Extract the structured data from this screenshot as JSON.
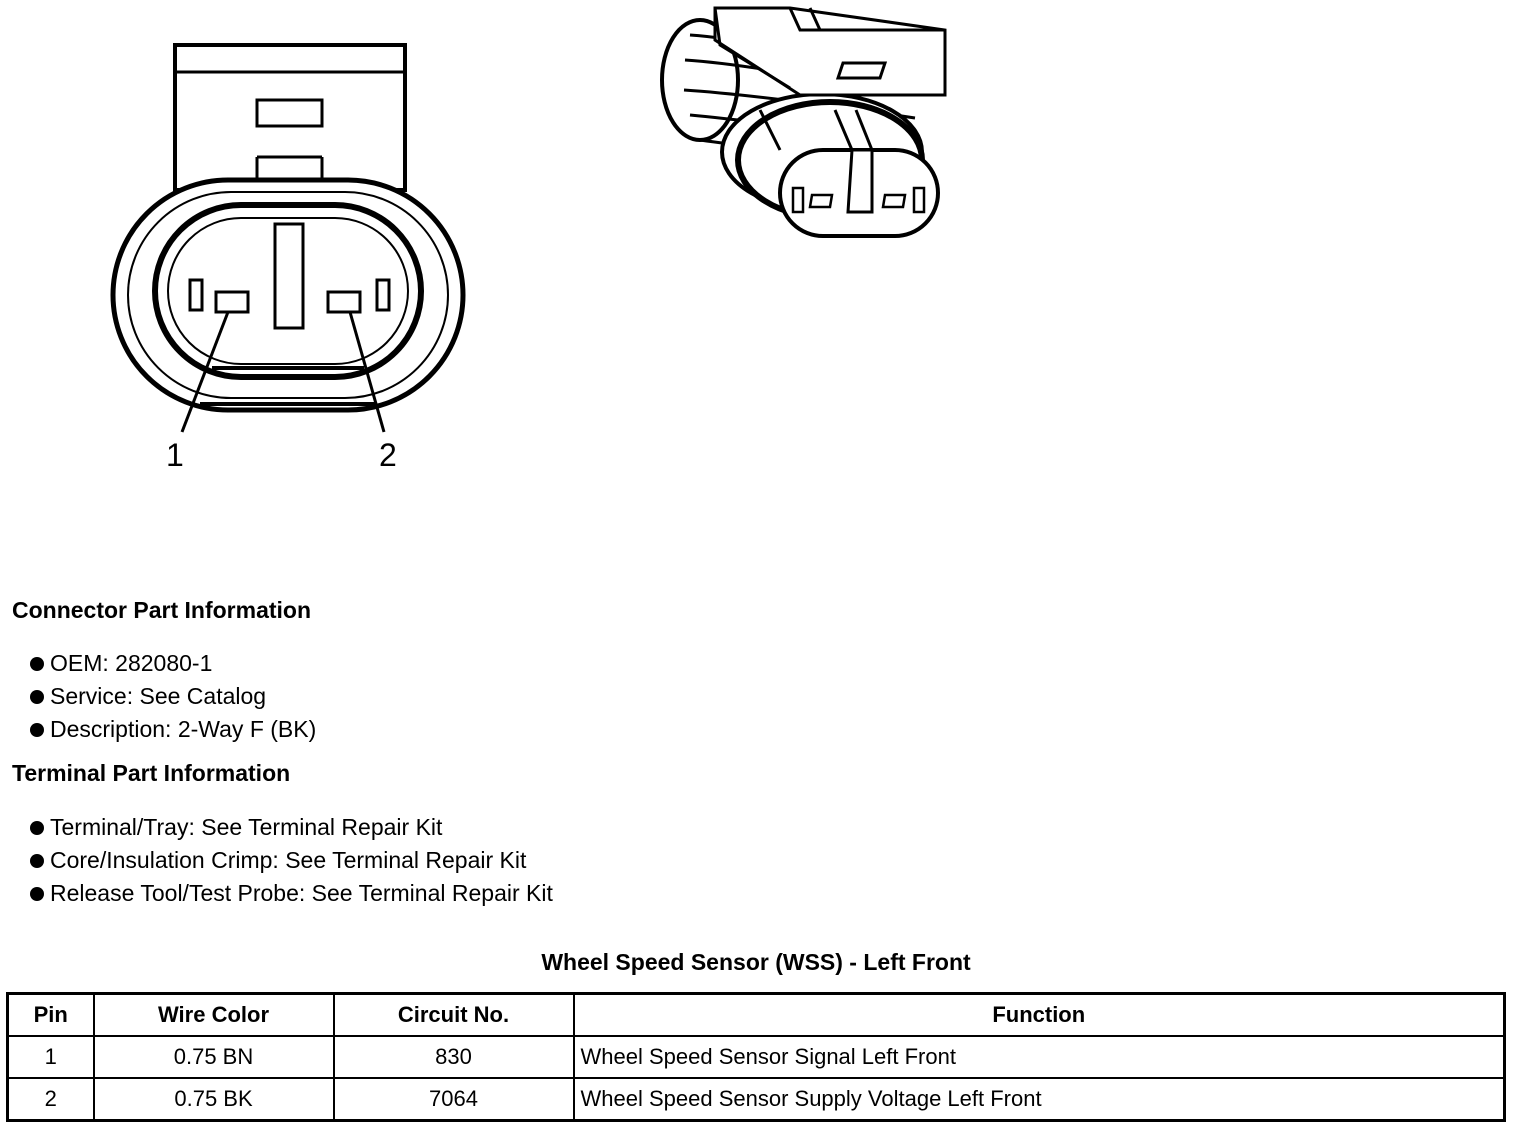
{
  "diagram": {
    "pin_labels": [
      "1",
      "2"
    ]
  },
  "connector": {
    "heading": "Connector Part Information",
    "items": [
      "OEM: 282080-1",
      "Service: See Catalog",
      "Description: 2-Way F (BK)"
    ]
  },
  "terminal": {
    "heading": "Terminal Part Information",
    "items": [
      "Terminal/Tray: See Terminal Repair Kit",
      "Core/Insulation Crimp: See Terminal Repair Kit",
      "Release Tool/Test Probe: See Terminal Repair Kit"
    ]
  },
  "table": {
    "title": "Wheel Speed Sensor (WSS) - Left Front",
    "headers": [
      "Pin",
      "Wire Color",
      "Circuit No.",
      "Function"
    ],
    "rows": [
      [
        "1",
        "0.75 BN",
        "830",
        "Wheel Speed Sensor Signal Left Front"
      ],
      [
        "2",
        "0.75 BK",
        "7064",
        "Wheel Speed Sensor Supply Voltage Left Front"
      ]
    ]
  }
}
